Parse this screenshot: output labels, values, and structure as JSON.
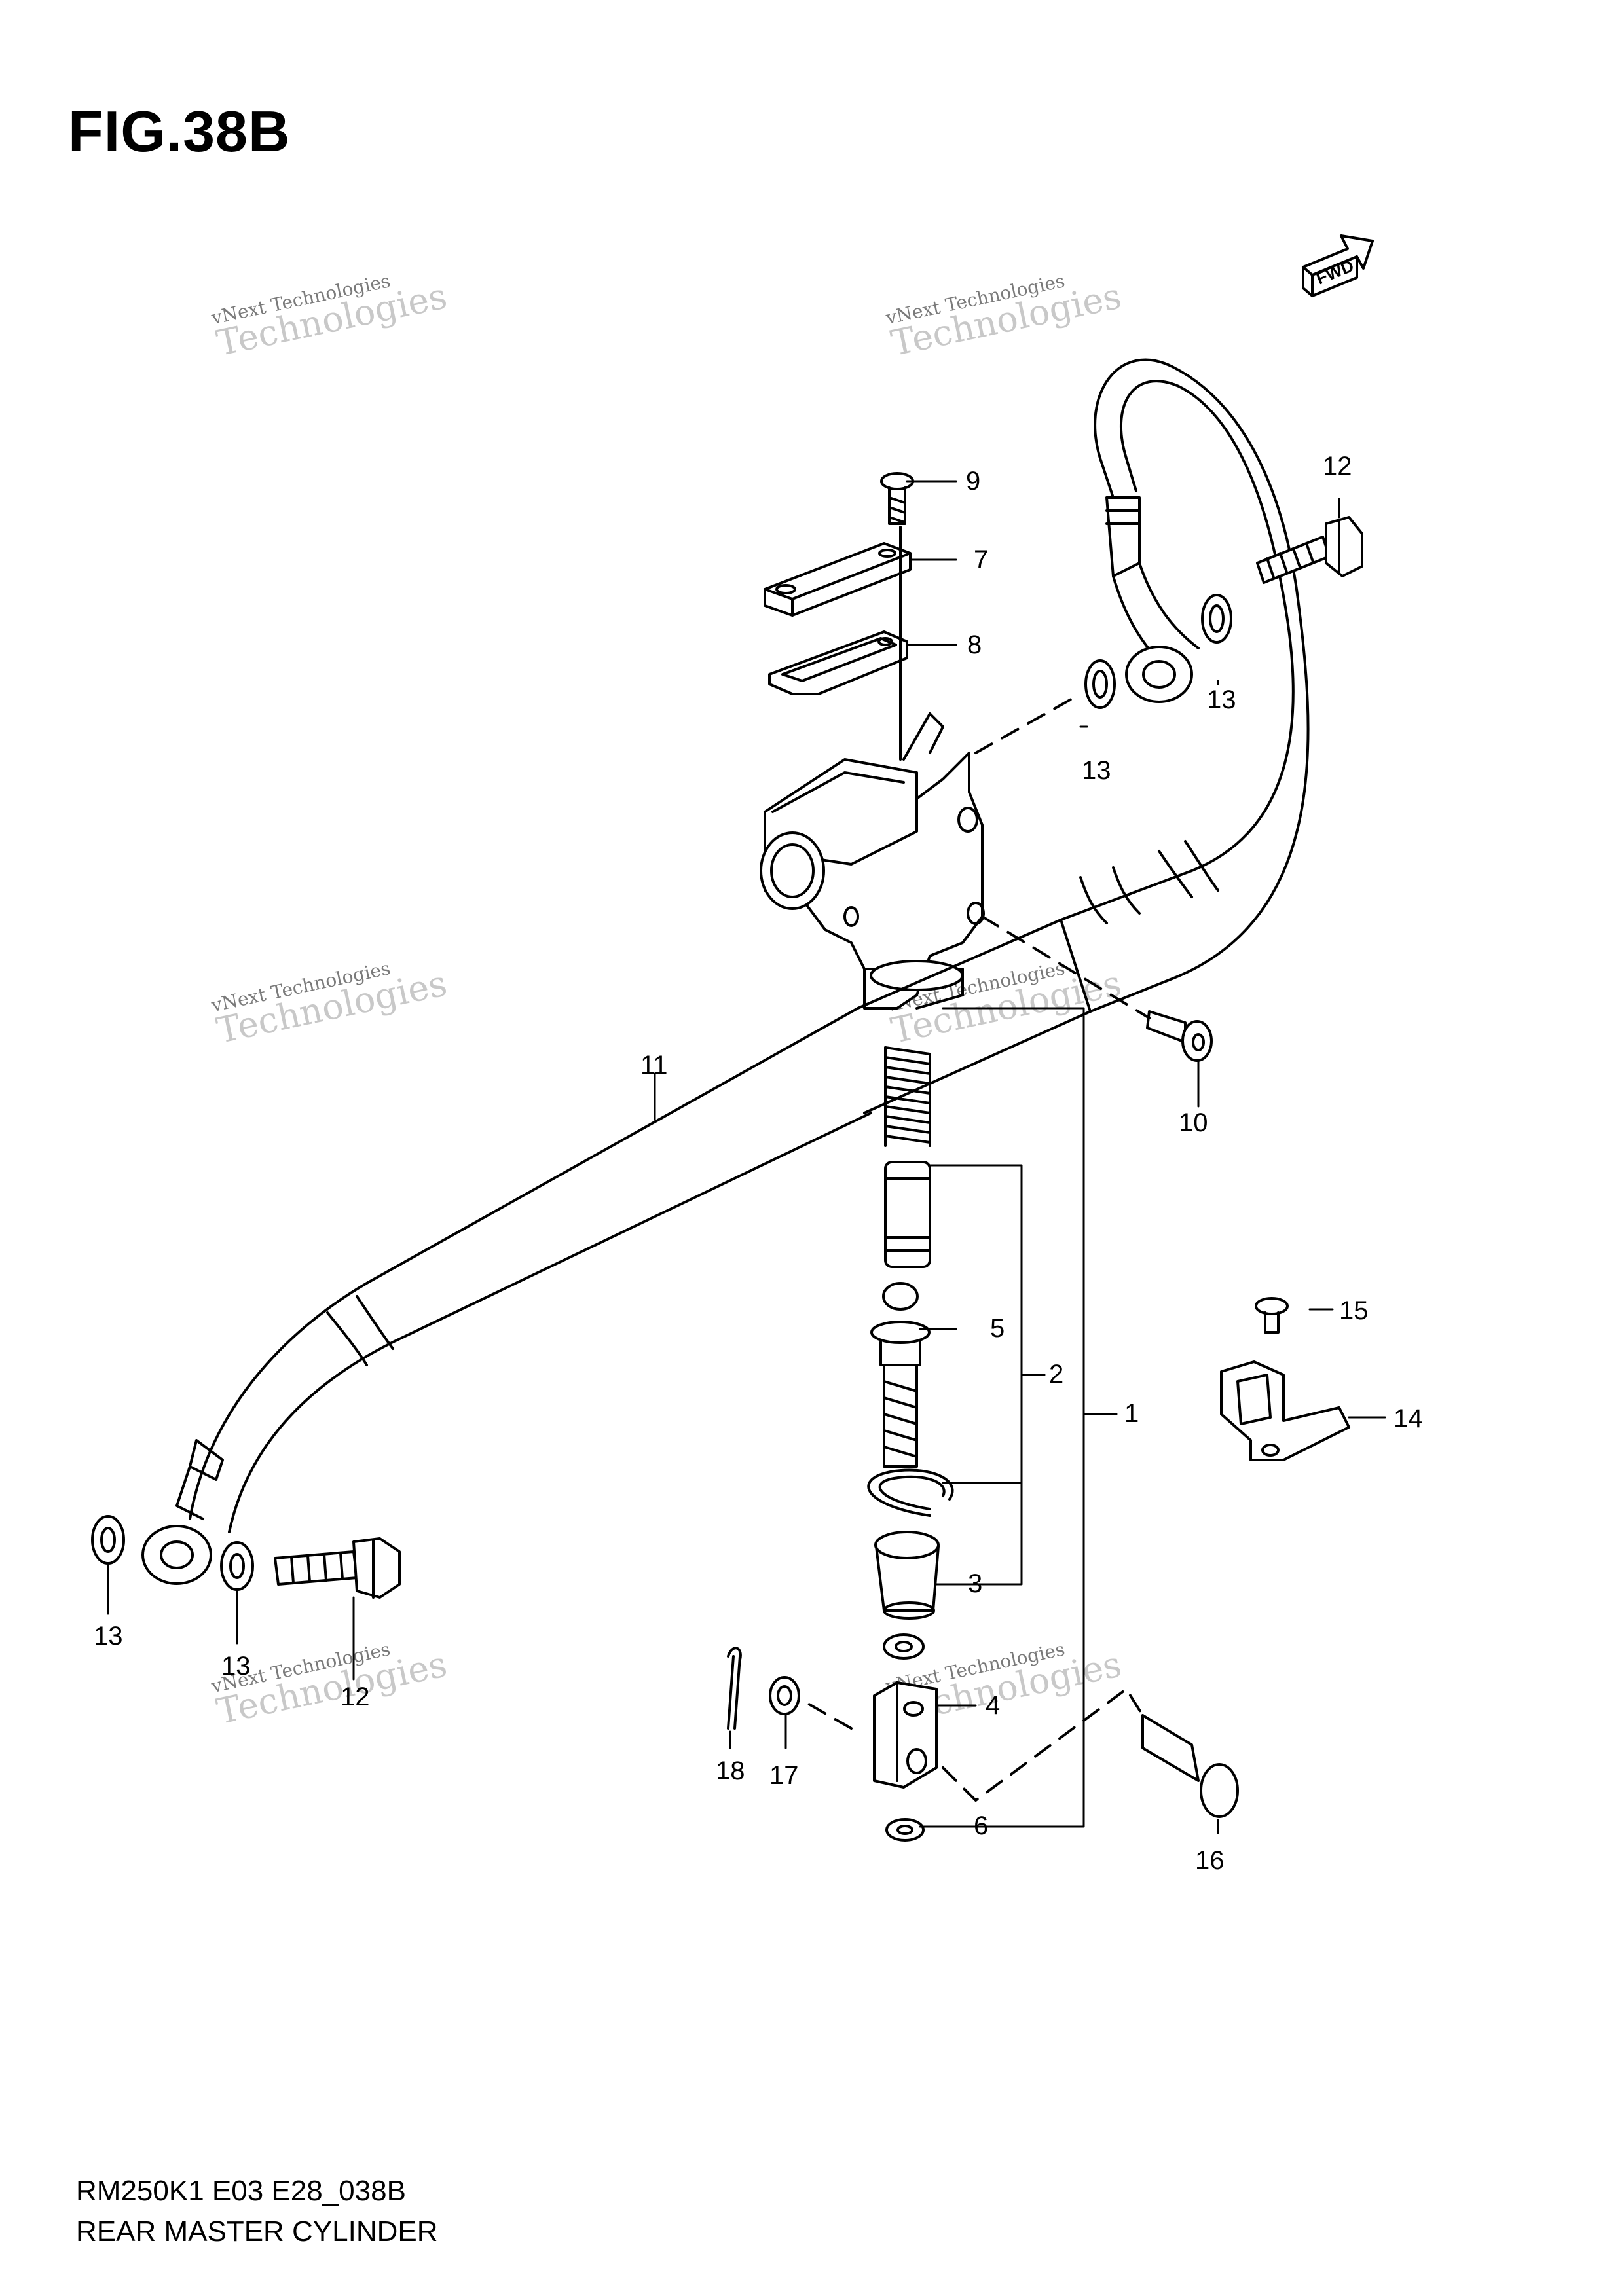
{
  "figure": {
    "title": "FIG.38B",
    "code": "RM250K1 E03 E28_038B",
    "name": "REAR MASTER CYLINDER",
    "fwd_label": "FWD"
  },
  "watermark": {
    "line1": "vNext Technologies",
    "line2": "Technologies"
  },
  "callouts": [
    {
      "id": "c1",
      "label": "1"
    },
    {
      "id": "c2",
      "label": "2"
    },
    {
      "id": "c3",
      "label": "3"
    },
    {
      "id": "c4",
      "label": "4"
    },
    {
      "id": "c5",
      "label": "5"
    },
    {
      "id": "c6",
      "label": "6"
    },
    {
      "id": "c7",
      "label": "7"
    },
    {
      "id": "c8",
      "label": "8"
    },
    {
      "id": "c9",
      "label": "9"
    },
    {
      "id": "c10",
      "label": "10"
    },
    {
      "id": "c11",
      "label": "11"
    },
    {
      "id": "c12a",
      "label": "12"
    },
    {
      "id": "c12b",
      "label": "12"
    },
    {
      "id": "c13a",
      "label": "13"
    },
    {
      "id": "c13b",
      "label": "13"
    },
    {
      "id": "c13c",
      "label": "13"
    },
    {
      "id": "c13d",
      "label": "13"
    },
    {
      "id": "c14",
      "label": "14"
    },
    {
      "id": "c15",
      "label": "15"
    },
    {
      "id": "c16",
      "label": "16"
    },
    {
      "id": "c17",
      "label": "17"
    },
    {
      "id": "c18",
      "label": "18"
    }
  ]
}
